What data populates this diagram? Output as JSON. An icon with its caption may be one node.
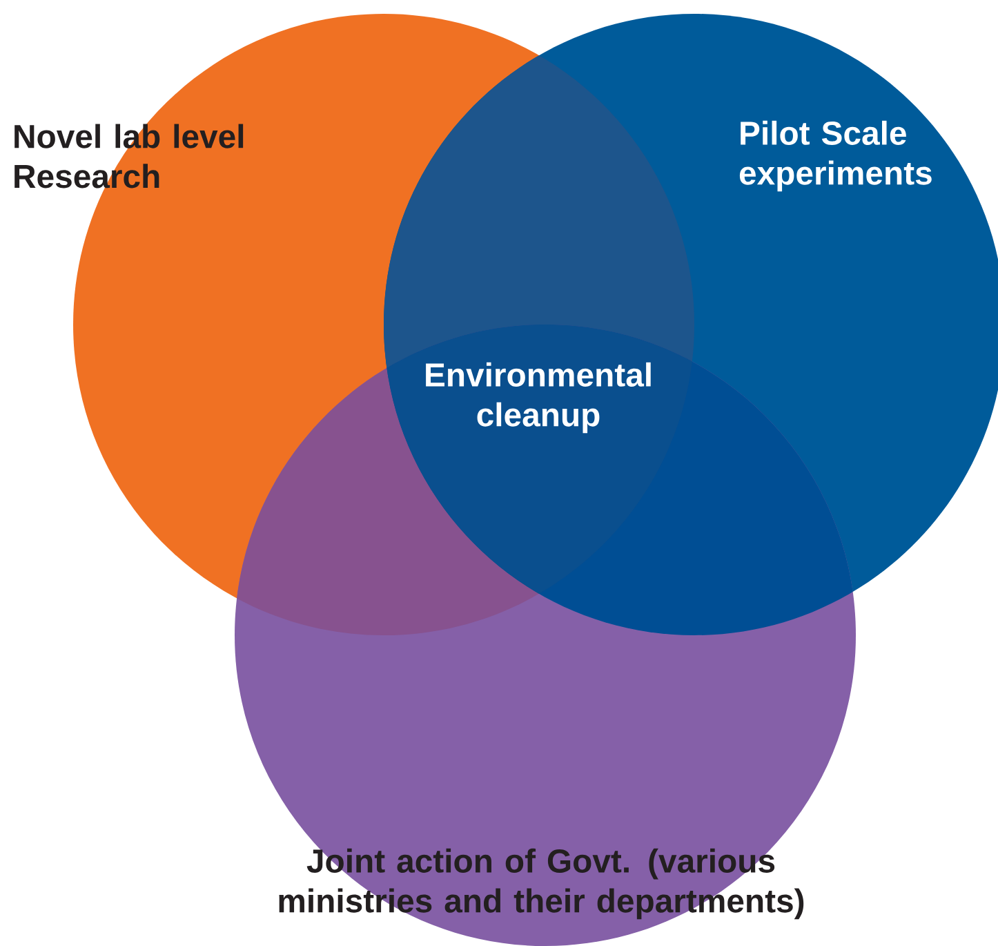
{
  "diagram": {
    "nodes": [
      {
        "text": [
          "Novel lab level Research"
        ]
      },
      {
        "text": [
          "Pilot Scale experiments"
        ]
      },
      {
        "text": [
          "Joint action of Govt. (various ministries and their departments)"
        ]
      }
    ],
    "labels": [
      "Environmental cleanup"
    ]
  }
}
